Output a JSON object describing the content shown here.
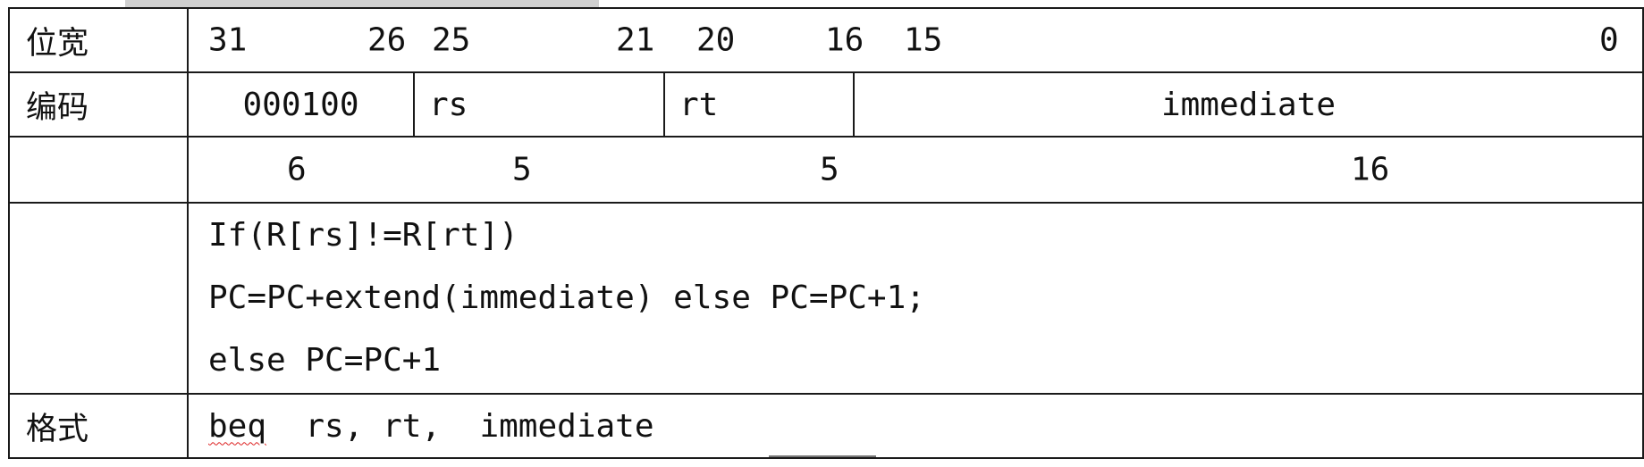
{
  "rows": {
    "bitwidth": {
      "label": "位宽",
      "b31": "31",
      "b26": "26",
      "b25": "25",
      "b21": "21",
      "b20": "20",
      "b16": "16",
      "b15": "15",
      "b0": "0"
    },
    "encoding": {
      "label": "编码",
      "opcode": "000100",
      "rs": "rs",
      "rt": "rt",
      "immediate": "immediate"
    },
    "widths": {
      "label": "",
      "opcode_bits": "6",
      "rs_bits": "5",
      "rt_bits": "5",
      "immediate_bits": "16"
    },
    "semantics": {
      "label": "",
      "lines": [
        "If(R[rs]!=R[rt])",
        "PC=PC+extend(immediate) else PC=PC+1;",
        "else PC=PC+1"
      ]
    },
    "format": {
      "label": "格式",
      "mnemonic": "beq",
      "operands": "  rs, rt,  immediate"
    }
  }
}
